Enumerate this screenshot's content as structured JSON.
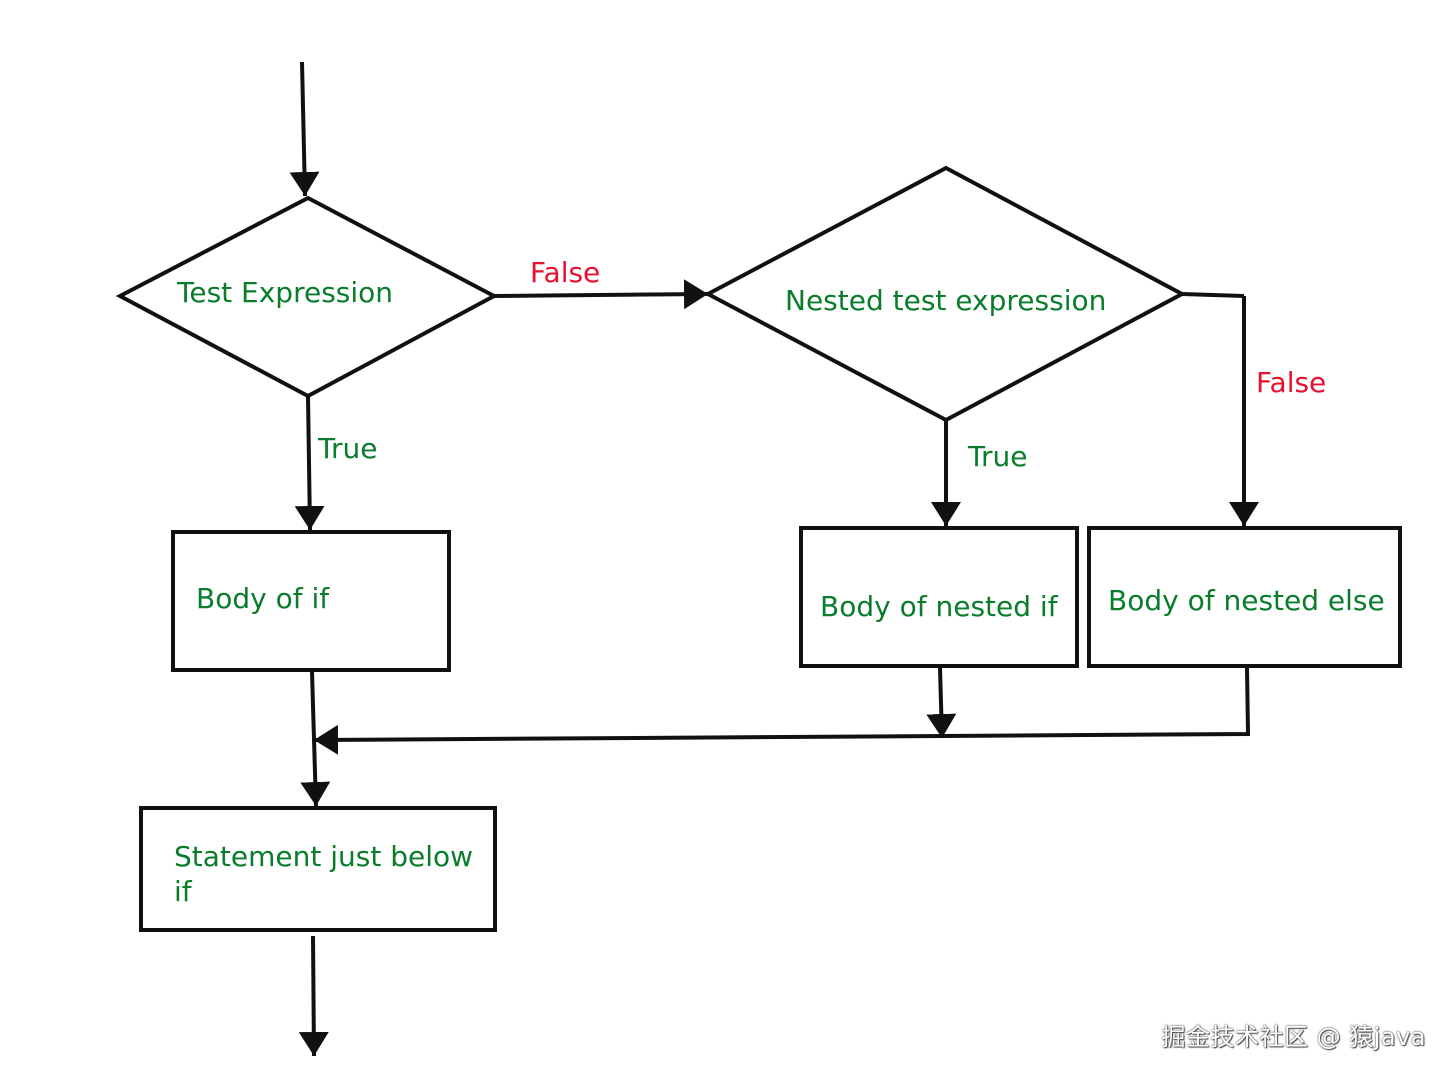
{
  "colors": {
    "node_text": "#0a7d2c",
    "false_label": "#e8102e",
    "stroke": "#111111"
  },
  "nodes": {
    "test_expression": "Test Expression",
    "nested_test_expression": "Nested test expression",
    "body_of_if": "Body of if",
    "body_of_nested_if": "Body of nested if",
    "body_of_nested_else": "Body of nested else",
    "statement_below_line1": "Statement just below",
    "statement_below_line2": "if"
  },
  "edges": {
    "test_false": "False",
    "test_true": "True",
    "nested_true": "True",
    "nested_false": "False"
  },
  "watermark": "掘金技术社区 @ 猿java"
}
